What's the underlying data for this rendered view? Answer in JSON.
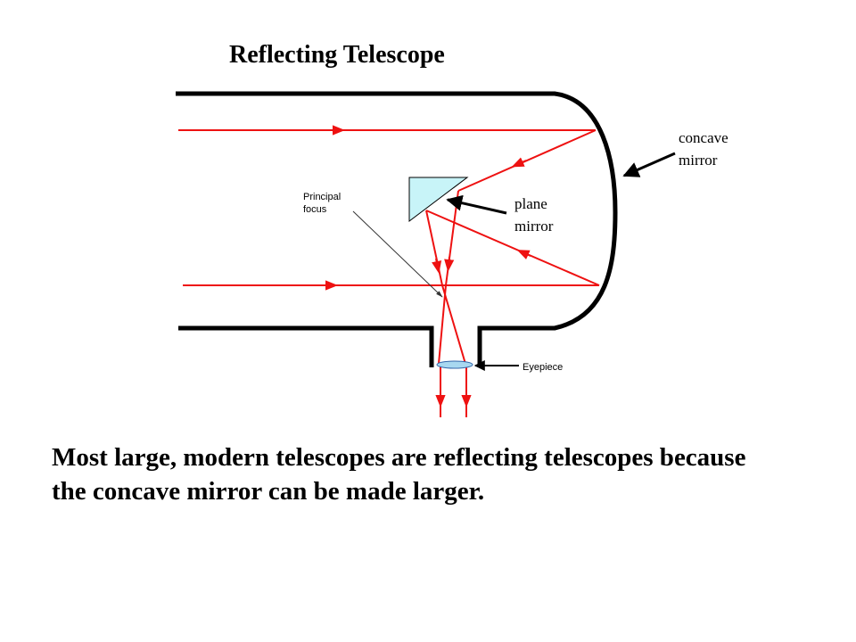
{
  "title": "Reflecting Telescope",
  "labels": {
    "concave_mirror_line1": "concave",
    "concave_mirror_line2": "mirror",
    "plane_mirror_line1": "plane",
    "plane_mirror_line2": "mirror",
    "principal_focus_line1": "Principal",
    "principal_focus_line2": "focus",
    "eyepiece": "Eyepiece"
  },
  "caption": {
    "line1": "Most large, modern telescopes are reflecting telescopes because",
    "line2": "the concave mirror can be made larger."
  },
  "colors": {
    "ray": "#ee1111",
    "tube": "#000000",
    "plane_mirror_fill": "#c8f4f8",
    "lens_fill": "#a8d8f0",
    "focus_pointer": "#333333"
  }
}
